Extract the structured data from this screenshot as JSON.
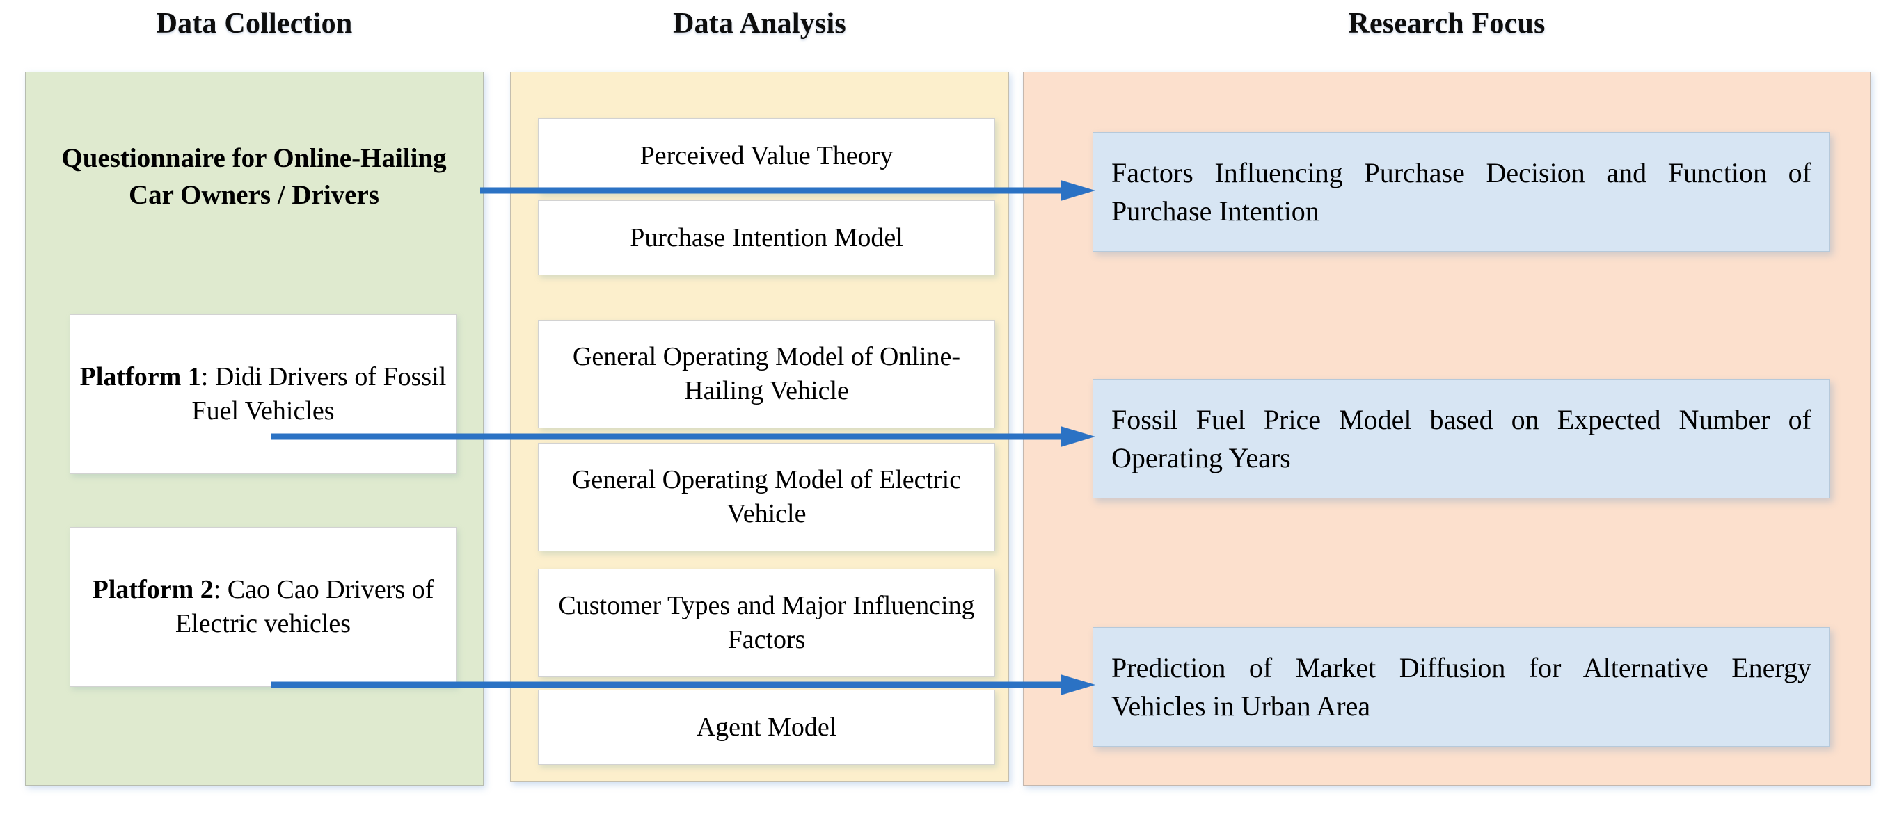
{
  "columns": {
    "collection": {
      "title": "Data Collection"
    },
    "analysis": {
      "title": "Data Analysis"
    },
    "focus": {
      "title": "Research Focus"
    }
  },
  "collection_items": [
    {
      "id": "questionnaire",
      "text": "Questionnaire for Online-Hailing Car Owners / Drivers",
      "bold": true,
      "boxed": false
    },
    {
      "id": "platform1",
      "label": "Platform 1",
      "text": ": Didi Drivers of Fossil Fuel Vehicles",
      "boxed": true
    },
    {
      "id": "platform2",
      "label": "Platform 2",
      "text": ": Cao Cao Drivers of Electric vehicles",
      "boxed": true
    }
  ],
  "analysis_items": [
    {
      "id": "pvt",
      "text": "Perceived Value Theory"
    },
    {
      "id": "pim",
      "text": "Purchase Intention Model"
    },
    {
      "id": "gom-hailing",
      "text": "General Operating Model of Online-Hailing Vehicle"
    },
    {
      "id": "gom-ev",
      "text": "General Operating Model of Electric Vehicle"
    },
    {
      "id": "customer",
      "text": "Customer Types and Major Influencing Factors"
    },
    {
      "id": "agent",
      "text": "Agent Model"
    }
  ],
  "focus_items": [
    {
      "id": "factors",
      "text": "Factors Influencing Purchase Decision and Function of Purchase Intention"
    },
    {
      "id": "fossil",
      "text": "Fossil Fuel Price Model based on Expected Number of Operating Years"
    },
    {
      "id": "prediction",
      "text": "Prediction of Market Diffusion for Alternative Energy Vehicles in Urban Area"
    }
  ],
  "arrows": [
    {
      "id": "arrow-1",
      "from": "questionnaire",
      "to": "factors",
      "direction": "right"
    },
    {
      "id": "arrow-2",
      "from": "platform1",
      "to": "fossil",
      "direction": "right"
    },
    {
      "id": "arrow-3",
      "from": "platform2",
      "to": "prediction",
      "direction": "right"
    }
  ],
  "colors": {
    "panel_collection": "#dfeacf",
    "panel_analysis": "#fcefcc",
    "panel_focus": "#fce0cd",
    "card_white": "#ffffff",
    "card_blue": "#d7e5f3",
    "arrow": "#2b72c4",
    "text": "#000000"
  }
}
